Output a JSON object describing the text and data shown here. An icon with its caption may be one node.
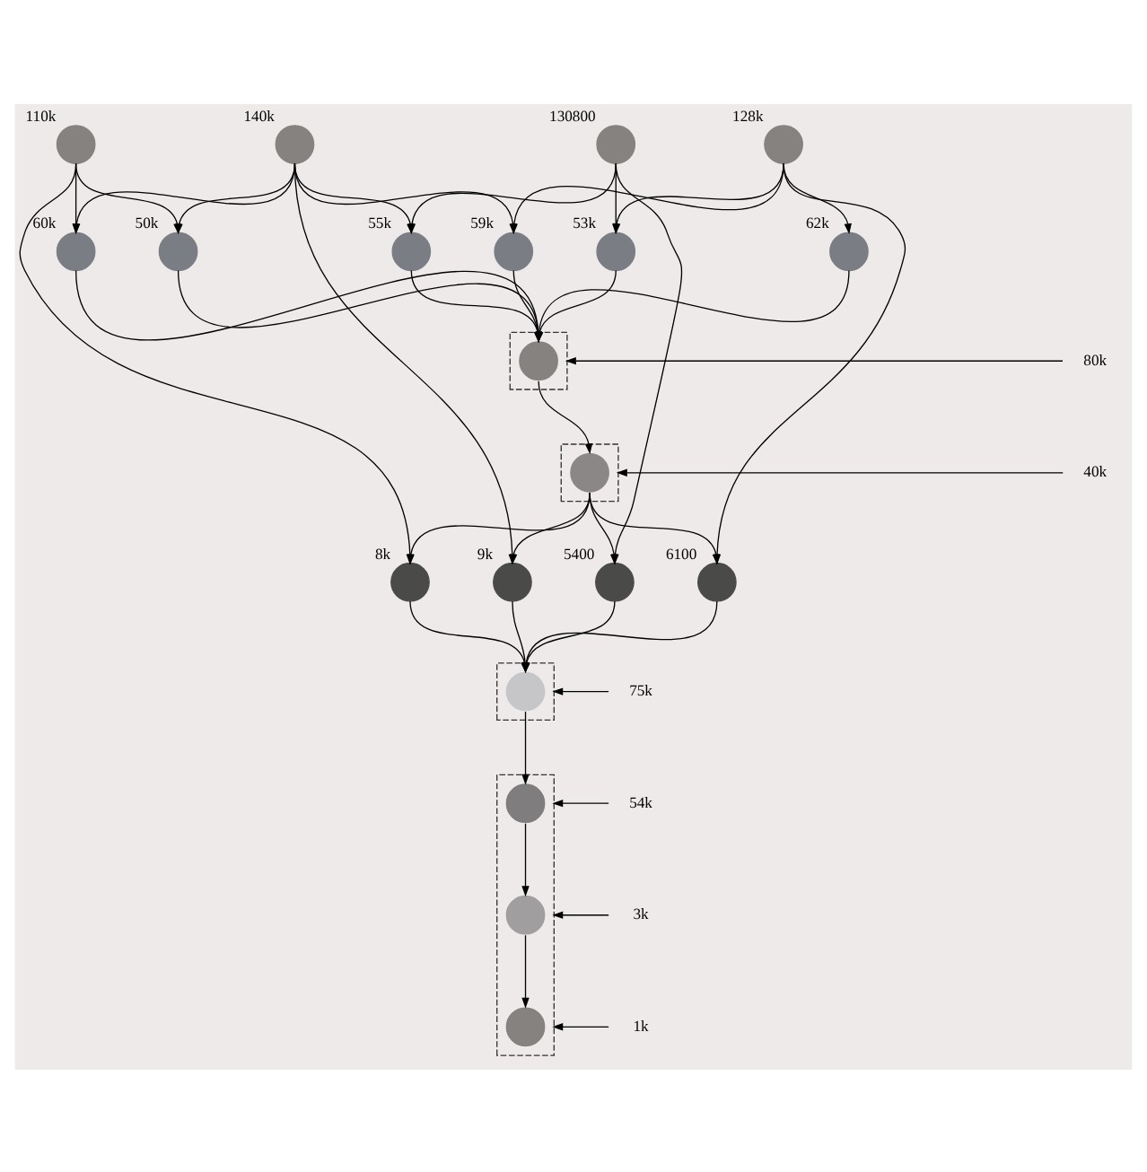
{
  "diagram": {
    "nodes": [
      {
        "text": [],
        "shape": "circle",
        "beside": [
          "110k"
        ]
      },
      {
        "text": [],
        "shape": "circle",
        "beside": [
          "140k"
        ]
      },
      {
        "text": [],
        "shape": "circle",
        "beside": [
          "130800"
        ]
      },
      {
        "text": [],
        "shape": "circle",
        "beside": [
          "128k"
        ]
      },
      {
        "text": [],
        "shape": "circle",
        "beside": [
          "50k"
        ]
      },
      {
        "text": [],
        "shape": "circle",
        "beside": [
          "60k"
        ]
      },
      {
        "text": [],
        "shape": "circle",
        "beside": [
          "55k"
        ]
      },
      {
        "text": [],
        "shape": "circle",
        "beside": [
          "53k"
        ]
      },
      {
        "text": [],
        "shape": "circle",
        "beside": [
          "59k"
        ]
      },
      {
        "text": [],
        "shape": "circle",
        "beside": [
          "62k"
        ]
      },
      {
        "text": [],
        "shape": "box"
      },
      {
        "text": [],
        "shape": "circle",
        "in": 10
      },
      {
        "text": [
          "80k"
        ]
      },
      {
        "text": [],
        "shape": "box"
      },
      {
        "text": [],
        "shape": "circle",
        "in": 13
      },
      {
        "text": [
          "40k"
        ]
      },
      {
        "text": [],
        "shape": "circle",
        "beside": [
          "8k"
        ]
      },
      {
        "text": [],
        "shape": "circle",
        "beside": [
          "9k"
        ]
      },
      {
        "text": [],
        "shape": "circle",
        "beside": [
          "5400"
        ]
      },
      {
        "text": [],
        "shape": "circle",
        "beside": [
          "6100"
        ]
      },
      {
        "text": [],
        "shape": "box"
      },
      {
        "text": [],
        "shape": "circle",
        "in": 20
      },
      {
        "text": [
          "75k"
        ]
      },
      {
        "text": [],
        "shape": "box"
      },
      {
        "text": [],
        "shape": "circle",
        "in": 23
      },
      {
        "text": [
          "54k"
        ]
      },
      {
        "text": [],
        "shape": "circle",
        "in": 23
      },
      {
        "text": [
          "3k"
        ]
      },
      {
        "text": [],
        "shape": "circle",
        "in": 23
      },
      {
        "text": [
          "1k"
        ]
      }
    ],
    "edges": [
      {
        "from": 0,
        "to": 4,
        "arrow": "to"
      },
      {
        "from": 0,
        "to": 5,
        "arrow": "to"
      },
      {
        "from": 0,
        "to": 16,
        "arrow": "to"
      },
      {
        "from": 1,
        "to": 4,
        "arrow": "to"
      },
      {
        "from": 1,
        "to": 5,
        "arrow": "to"
      },
      {
        "from": 1,
        "to": 6,
        "arrow": "to"
      },
      {
        "from": 1,
        "to": 8,
        "arrow": "to"
      },
      {
        "from": 1,
        "to": 17,
        "arrow": "to"
      },
      {
        "from": 2,
        "to": 6,
        "arrow": "to"
      },
      {
        "from": 2,
        "to": 7,
        "arrow": "to"
      },
      {
        "from": 2,
        "to": 18,
        "arrow": "to"
      },
      {
        "from": 3,
        "to": 7,
        "arrow": "to"
      },
      {
        "from": 3,
        "to": 8,
        "arrow": "to"
      },
      {
        "from": 3,
        "to": 9,
        "arrow": "to"
      },
      {
        "from": 3,
        "to": 19,
        "arrow": "to"
      },
      {
        "from": 4,
        "to": 11,
        "arrow": "to"
      },
      {
        "from": 5,
        "to": 11,
        "arrow": "to"
      },
      {
        "from": 6,
        "to": 11,
        "arrow": "to"
      },
      {
        "from": 7,
        "to": 11,
        "arrow": "to"
      },
      {
        "from": 8,
        "to": 11,
        "arrow": "to"
      },
      {
        "from": 9,
        "to": 11,
        "arrow": "to"
      },
      {
        "from": 12,
        "to": 10,
        "arrow": "to"
      },
      {
        "from": 11,
        "to": 14,
        "arrow": "to"
      },
      {
        "from": 15,
        "to": 13,
        "arrow": "to"
      },
      {
        "from": 14,
        "to": 16,
        "arrow": "to"
      },
      {
        "from": 14,
        "to": 17,
        "arrow": "to"
      },
      {
        "from": 14,
        "to": 18,
        "arrow": "to"
      },
      {
        "from": 14,
        "to": 19,
        "arrow": "to"
      },
      {
        "from": 16,
        "to": 21,
        "arrow": "to"
      },
      {
        "from": 17,
        "to": 21,
        "arrow": "to"
      },
      {
        "from": 18,
        "to": 21,
        "arrow": "to"
      },
      {
        "from": 19,
        "to": 21,
        "arrow": "to"
      },
      {
        "from": 22,
        "to": 20,
        "arrow": "to"
      },
      {
        "from": 21,
        "to": 24,
        "arrow": "to"
      },
      {
        "from": 25,
        "to": 23,
        "arrow": "to"
      },
      {
        "from": 24,
        "to": 26,
        "arrow": "to"
      },
      {
        "from": 27,
        "to": 23,
        "arrow": "to"
      },
      {
        "from": 26,
        "to": 28,
        "arrow": "to"
      },
      {
        "from": 29,
        "to": 23,
        "arrow": "to"
      }
    ]
  }
}
